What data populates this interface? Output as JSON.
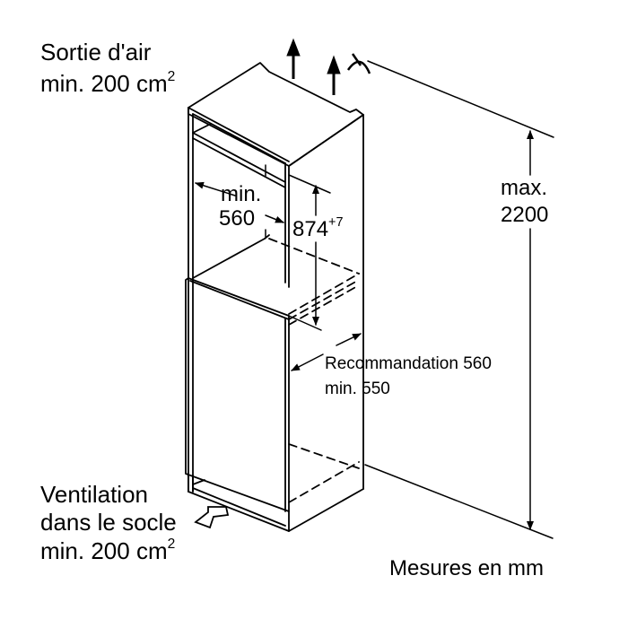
{
  "labels": {
    "air_outlet_line1": "Sortie d'air",
    "air_outlet_line2": "min. 200 cm",
    "air_outlet_sup": "2",
    "niche_width_line1": "min.",
    "niche_width_line2": "560",
    "niche_height": "874",
    "niche_height_tolerance": "+7",
    "max_height_line1": "max.",
    "max_height_line2": "2200",
    "depth_line1": "Recommandation 560",
    "depth_line2": "min. 550",
    "base_vent_line1": "Ventilation",
    "base_vent_line2": "dans le socle",
    "base_vent_line3": "min. 200 cm",
    "base_vent_sup": "2",
    "units_note": "Mesures en mm"
  },
  "icons": {
    "air_up_arrow": "up-arrow",
    "air_flow_symbol": "airflow-curve",
    "base_vent_arrow": "hollow-arrow"
  },
  "colors": {
    "line": "#000000",
    "background": "#ffffff"
  }
}
